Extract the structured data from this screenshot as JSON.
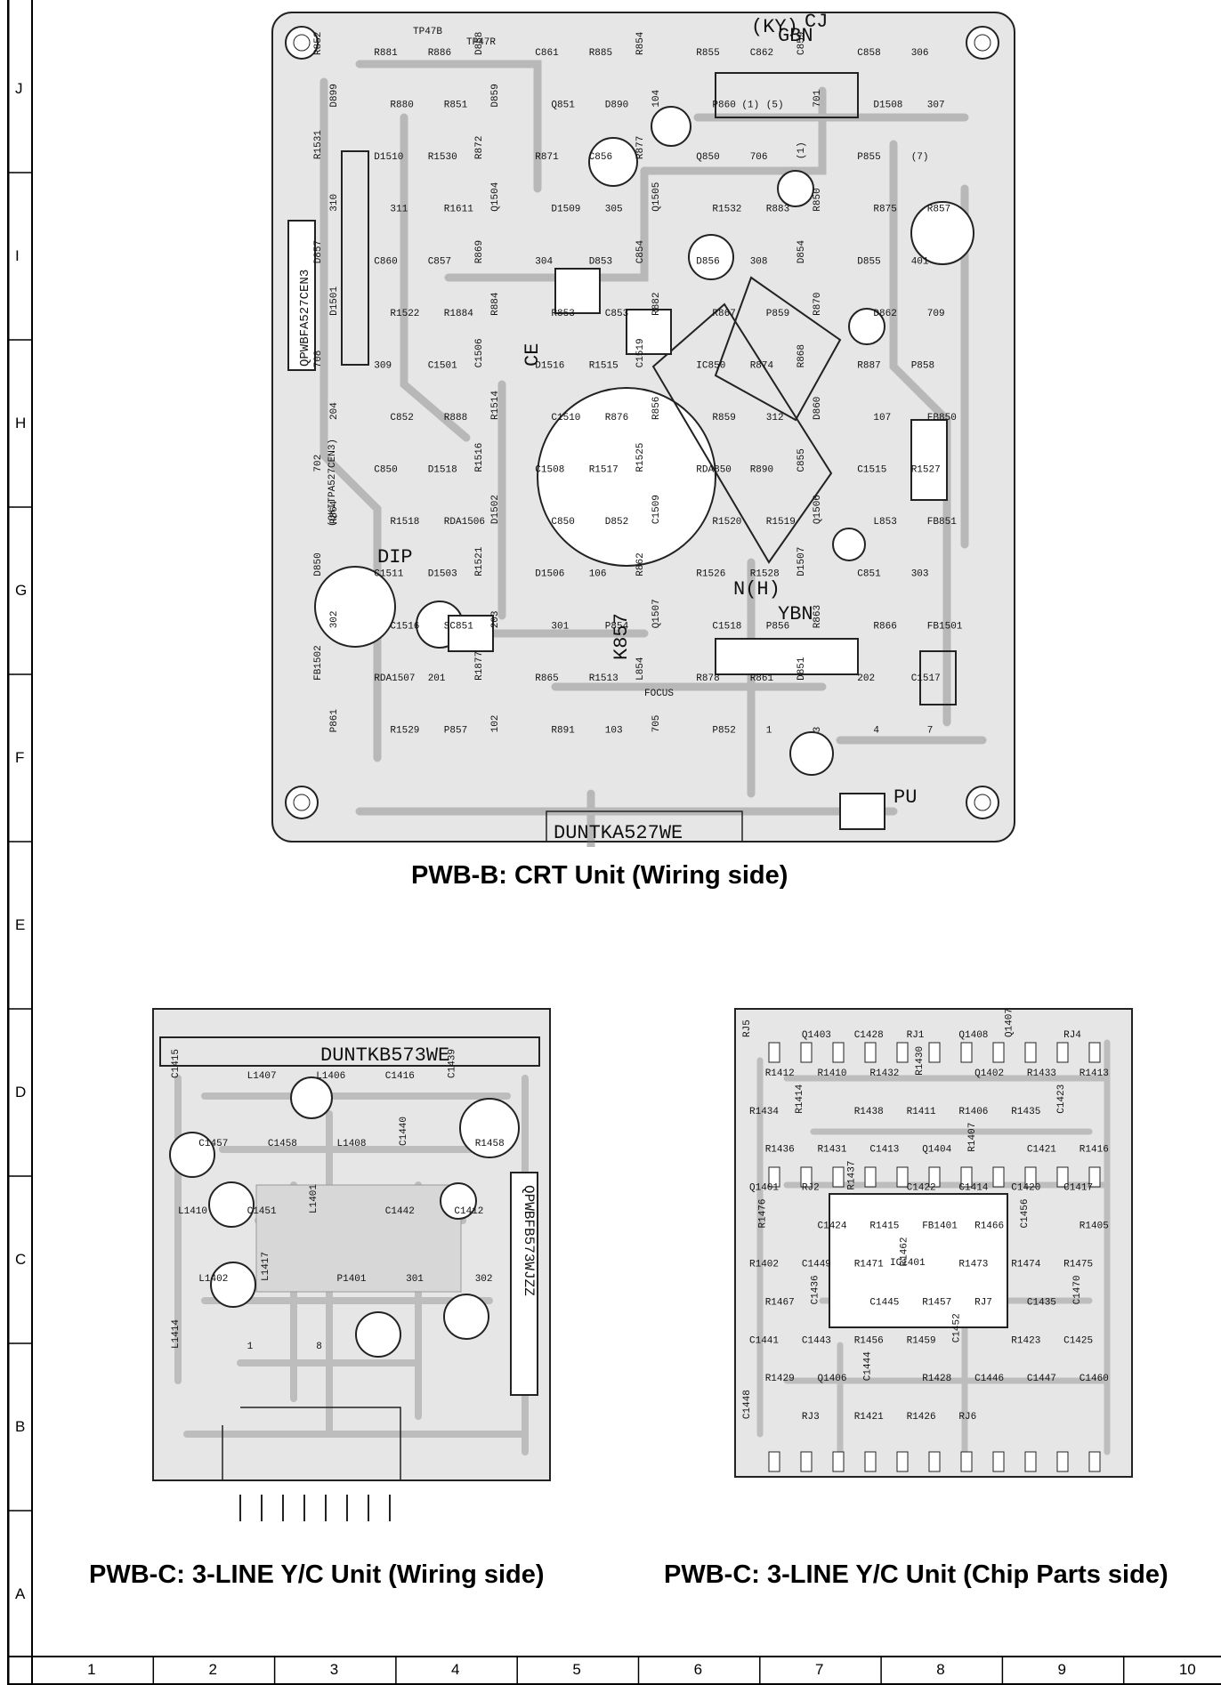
{
  "row_labels": [
    "J",
    "I",
    "H",
    "G",
    "F",
    "E",
    "D",
    "C",
    "B",
    "A"
  ],
  "col_labels": [
    "1",
    "2",
    "3",
    "4",
    "5",
    "6",
    "7",
    "8",
    "9",
    "10"
  ],
  "captions": {
    "crt": "PWB-B: CRT Unit (Wiring side)",
    "yc_wiring": "PWB-C: 3-LINE Y/C Unit (Wiring side)",
    "yc_chip": "PWB-C: 3-LINE Y/C Unit (Chip Parts side)"
  },
  "crt_board": {
    "part_no": "DUNTKA527WE",
    "pwb_no": "QPWBFA527CEN3",
    "kit_no": "(QKITPA527CEN3)",
    "tags": [
      "TP47B",
      "TP47R",
      "GBN",
      "YBN",
      "(KY)",
      "N(H)",
      "CJ",
      "DIP",
      "K857",
      "FOCUS",
      "PU",
      "CE"
    ],
    "components": [
      "R852",
      "R881",
      "R886",
      "D858",
      "C861",
      "R885",
      "R854",
      "R855",
      "C862",
      "C859",
      "C858",
      "306",
      "D899",
      "R880",
      "R851",
      "D859",
      "Q851",
      "D890",
      "104",
      "P860 (1)",
      "(5)",
      "701",
      "D1508",
      "307",
      "R1531",
      "D1510",
      "R1530",
      "R872",
      "R871",
      "C856",
      "R877",
      "Q850",
      "706",
      "(1)",
      "P855",
      "(7)",
      "310",
      "311",
      "R1611",
      "Q1504",
      "D1509",
      "305",
      "Q1505",
      "R1532",
      "R883",
      "R850",
      "R875",
      "R857",
      "D857",
      "C860",
      "C857",
      "R869",
      "304",
      "D853",
      "C854",
      "D856",
      "308",
      "D854",
      "D855",
      "401",
      "D1501",
      "R1522",
      "R1884",
      "R884",
      "R853",
      "C853",
      "R882",
      "R867",
      "P859",
      "R870",
      "D862",
      "709",
      "708",
      "309",
      "C1501",
      "C1506",
      "D1516",
      "R1515",
      "C1519",
      "IC850",
      "R874",
      "R868",
      "R887",
      "P858",
      "204",
      "C852",
      "R888",
      "R1514",
      "C1510",
      "R876",
      "R856",
      "R859",
      "312",
      "D860",
      "107",
      "FB850",
      "702",
      "C850",
      "D1518",
      "R1516",
      "C1508",
      "R1517",
      "R1525",
      "RDA850",
      "R890",
      "C855",
      "C1515",
      "R1527",
      "R864",
      "R1518",
      "RDA1506",
      "D1502",
      "C850",
      "D852",
      "C1509",
      "R1520",
      "R1519",
      "Q1506",
      "L853",
      "FB851",
      "D850",
      "C1511",
      "D1503",
      "R1521",
      "D1506",
      "106",
      "R862",
      "R1526",
      "R1528",
      "D1507",
      "C851",
      "303",
      "302",
      "C1516",
      "SC851",
      "203",
      "301",
      "P854",
      "Q1507",
      "C1518",
      "P856",
      "R863",
      "R866",
      "FB1501",
      "FB1502",
      "RDA1507",
      "201",
      "R1877",
      "R865",
      "R1513",
      "L854",
      "R878",
      "R861",
      "D851",
      "202",
      "C1517",
      "P861",
      "R1529",
      "P857",
      "102",
      "R891",
      "103",
      "705",
      "P852",
      "1",
      "3",
      "4",
      "7"
    ]
  },
  "yc_wiring_board": {
    "part_no": "DUNTKB573WE",
    "pwb_no": "QPWBFB573WJZZ",
    "components": [
      "C1415",
      "L1407",
      "L1406",
      "C1416",
      "C1439",
      "C1457",
      "C1458",
      "L1408",
      "C1440",
      "R1458",
      "L1410",
      "C1451",
      "L1401",
      "C1442",
      "C1412",
      "L1402",
      "L1417",
      "P1401",
      "301",
      "302",
      "L1414",
      "1",
      "8"
    ]
  },
  "yc_chip_board": {
    "ic": "IC1401",
    "components": [
      "RJ5",
      "Q1403",
      "C1428",
      "RJ1",
      "Q1408",
      "Q1407",
      "RJ4",
      "R1412",
      "R1410",
      "R1432",
      "R1430",
      "Q1402",
      "R1433",
      "R1413",
      "R1434",
      "R1414",
      "R1438",
      "R1411",
      "R1406",
      "R1435",
      "C1423",
      "R1436",
      "R1431",
      "C1413",
      "Q1404",
      "R1407",
      "C1421",
      "R1416",
      "Q1401",
      "RJ2",
      "R1437",
      "C1422",
      "C1414",
      "C1420",
      "C1417",
      "R1476",
      "C1424",
      "R1415",
      "FB1401",
      "R1466",
      "C1456",
      "R1405",
      "R1402",
      "C1449",
      "R1471",
      "R1462",
      "R1473",
      "R1474",
      "R1475",
      "R1467",
      "C1436",
      "C1445",
      "R1457",
      "RJ7",
      "C1435",
      "C1470",
      "C1441",
      "C1443",
      "R1456",
      "R1459",
      "C1452",
      "R1423",
      "C1425",
      "R1429",
      "Q1406",
      "C1444",
      "R1428",
      "C1446",
      "C1447",
      "C1460",
      "C1448",
      "RJ3",
      "R1421",
      "R1426",
      "RJ6"
    ]
  }
}
